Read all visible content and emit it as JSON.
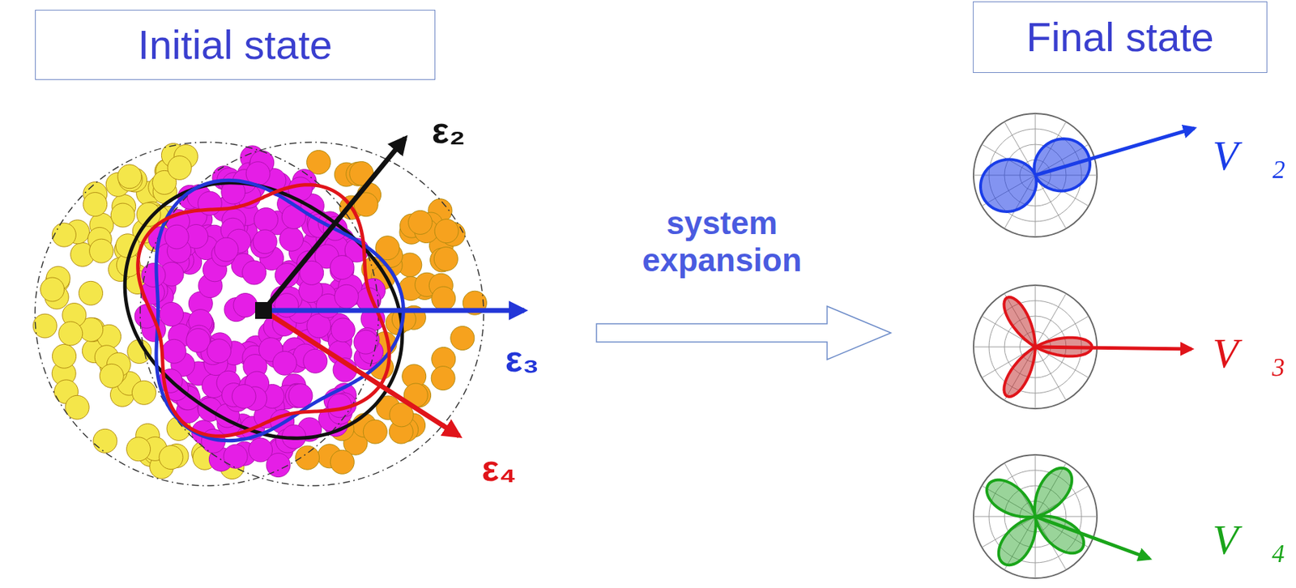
{
  "diagram": {
    "nodes": [
      {
        "text": [
          "Initial state"
        ]
      },
      {
        "text": [
          "Final state"
        ]
      }
    ],
    "labels": [
      "ε₂",
      "ε₃",
      "ε₄",
      "system expansion",
      "V⃗₂",
      "V⃗₃",
      "V⃗₄"
    ]
  }
}
